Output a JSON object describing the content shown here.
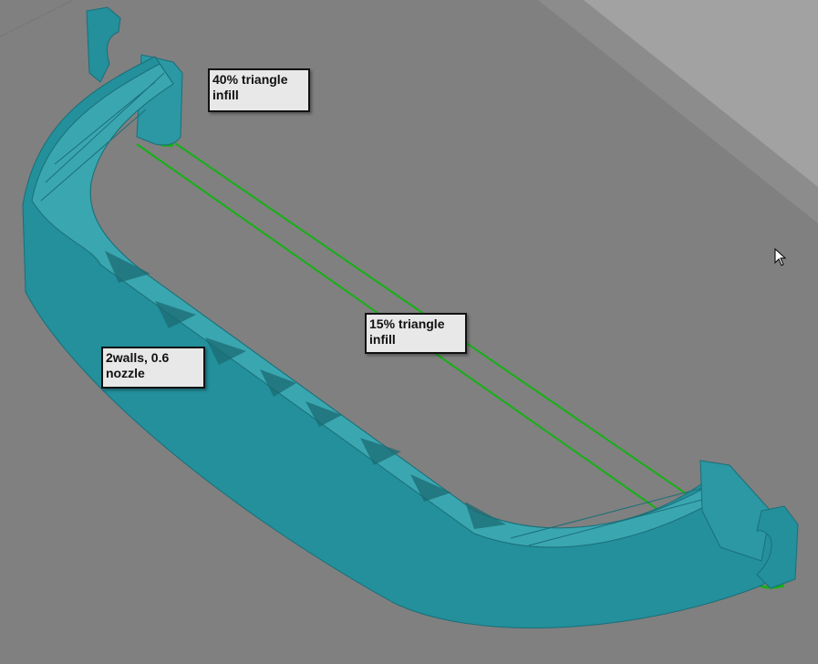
{
  "annotations": {
    "top_infill": "40% triangle\ninfill",
    "middle_infill": "15% triangle\ninfill",
    "walls": "2walls, 0.6\nnozzle"
  },
  "colors": {
    "background": "#808080",
    "bed_edge": "#9a9a9a",
    "part": "#23909c",
    "part_dark": "#1a6f78",
    "part_top": "#3aa6b0",
    "skirt": "#16b016"
  }
}
